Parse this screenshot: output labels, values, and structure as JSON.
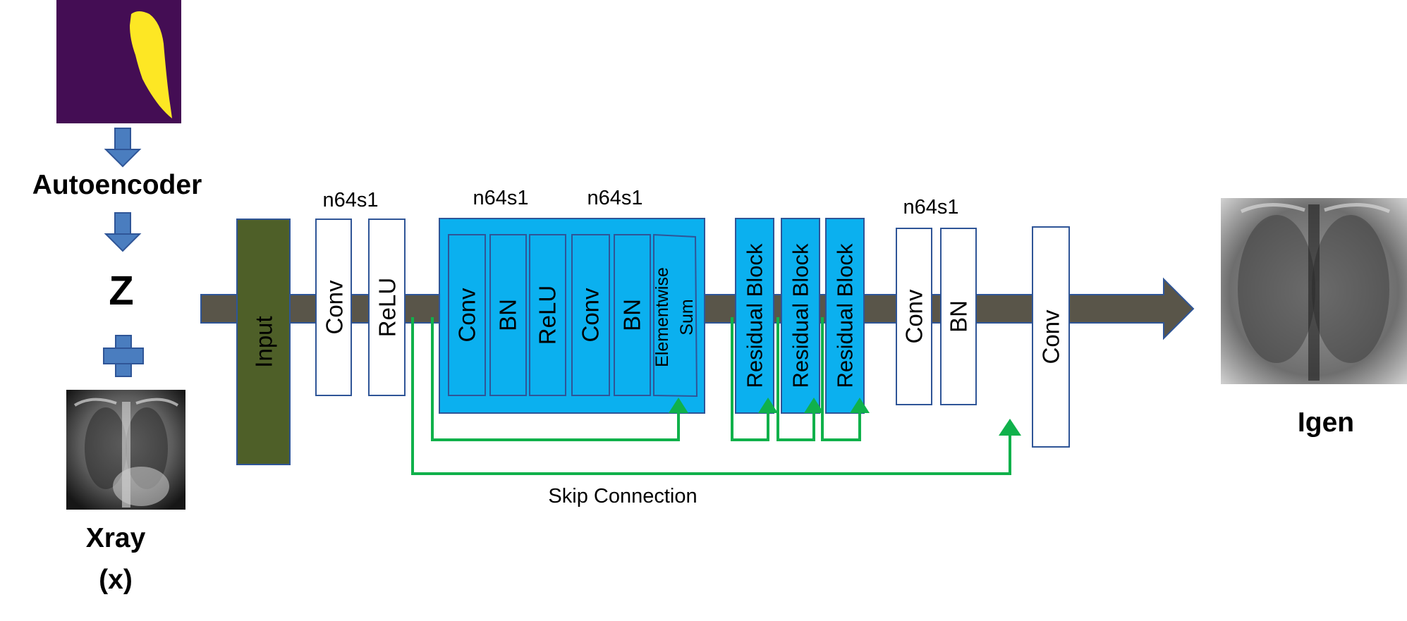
{
  "left_column": {
    "autoencoder_label": "Autoencoder",
    "z_label": "Z",
    "xray_label": "Xray",
    "xray_sub": "(x)"
  },
  "pipeline": {
    "input_label": "Input",
    "stage1_tag": "n64s1",
    "conv1": "Conv",
    "relu1": "ReLU",
    "res_tag_a": "n64s1",
    "res_tag_b": "n64s1",
    "res_conv_a": "Conv",
    "res_bn_a": "BN",
    "res_relu": "ReLU",
    "res_conv_b": "Conv",
    "res_bn_b": "BN",
    "res_sum_line1": "Elementwise",
    "res_sum_line2": "Sum",
    "residual_block": "Residual Block",
    "stage3_tag": "n64s1",
    "conv3": "Conv",
    "bn3": "BN",
    "final_conv": "Conv",
    "skip_label": "Skip Connection"
  },
  "output": {
    "label": "Igen"
  },
  "colors": {
    "main_arrow": "#595549",
    "input_block": "#4e5f28",
    "cyan_block": "#0bb0ef",
    "block_stroke": "#2f5597",
    "skip_line": "#10b14b",
    "small_arrow": "#4a7dbf",
    "mask_bg": "#440d54",
    "mask_fg": "#fde724"
  }
}
